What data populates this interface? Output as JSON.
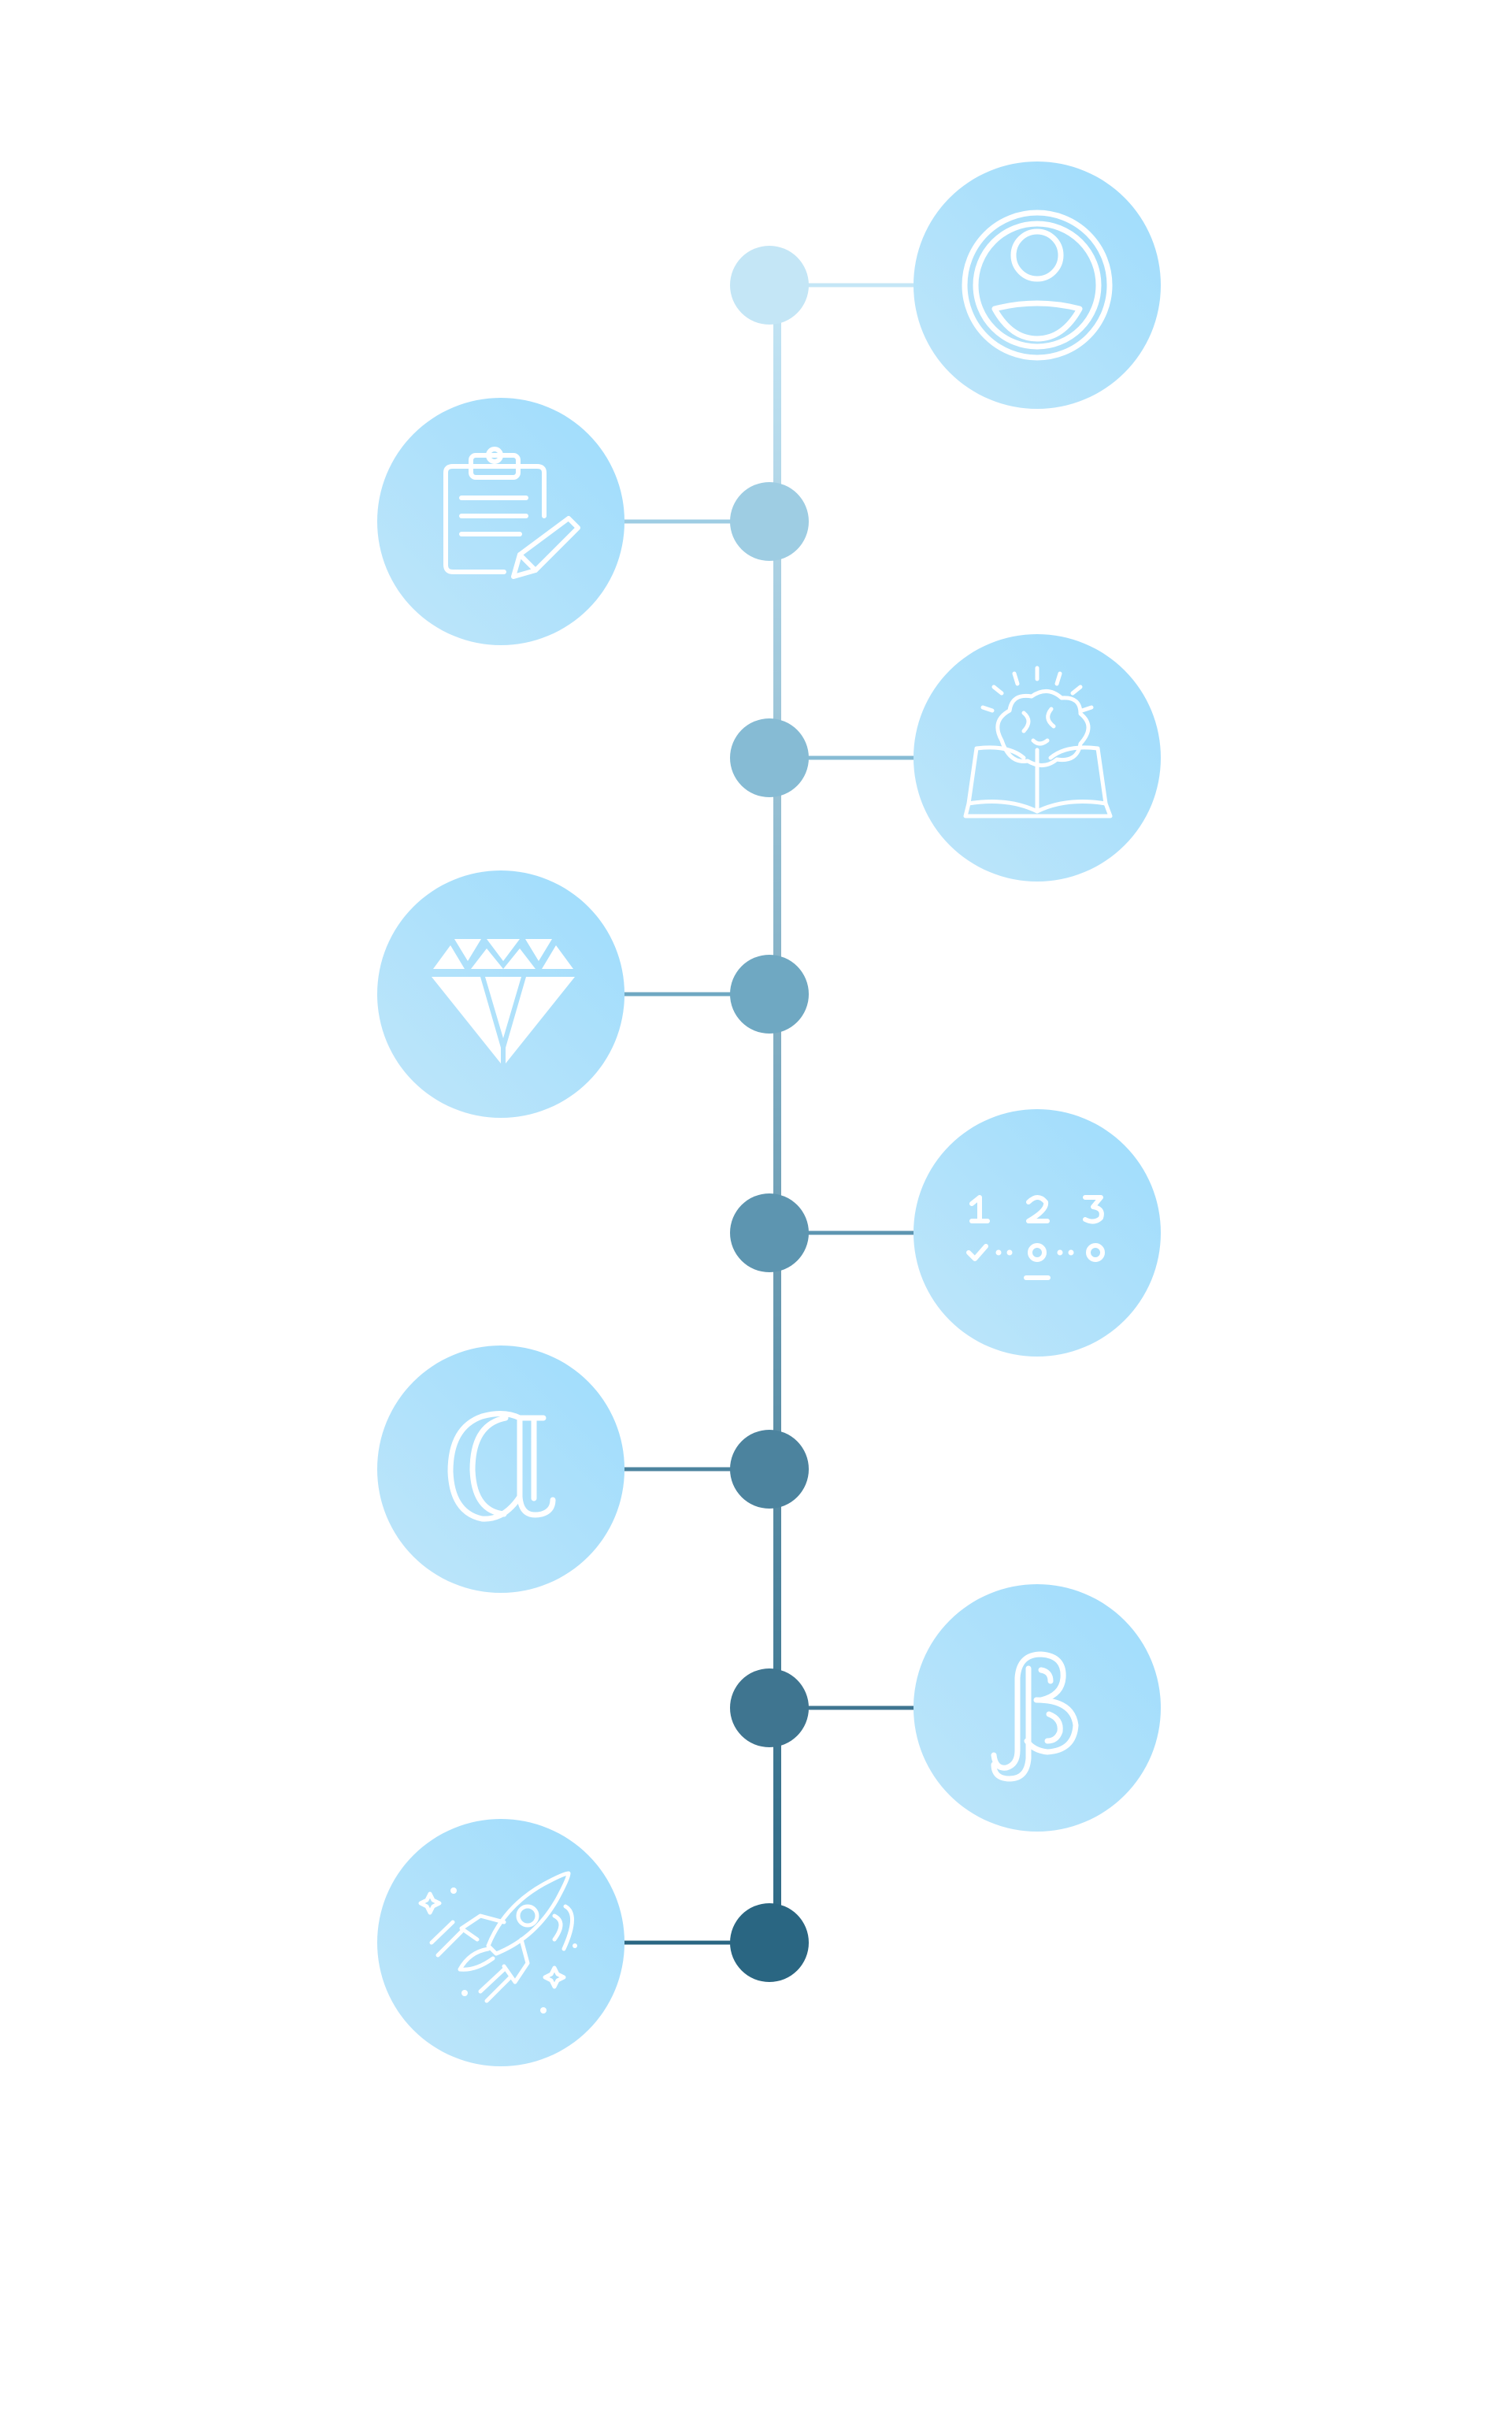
{
  "timeline": {
    "spine_colors": {
      "top": "#c4e6f6",
      "bottom": "#2a6682"
    },
    "circle_colors": {
      "inner": "#bfe6fa",
      "outer": "#9edcfc"
    },
    "icon_color": "#ffffff",
    "steps": [
      {
        "id": "step-1",
        "side": "right",
        "icon": "user-profile-icon",
        "node_color": "#c4e6f6"
      },
      {
        "id": "step-2",
        "side": "left",
        "icon": "clipboard-pencil-icon",
        "node_color": "#9ecde3"
      },
      {
        "id": "step-3",
        "side": "right",
        "icon": "brain-book-icon",
        "node_color": "#86bbd4"
      },
      {
        "id": "step-4",
        "side": "left",
        "icon": "diamond-icon",
        "node_color": "#6fa8c2"
      },
      {
        "id": "step-5",
        "side": "right",
        "icon": "steps-123-icon",
        "node_color": "#5d95b0"
      },
      {
        "id": "step-6",
        "side": "left",
        "icon": "alpha-icon",
        "node_color": "#4c839e"
      },
      {
        "id": "step-7",
        "side": "right",
        "icon": "beta-icon",
        "node_color": "#3f7590"
      },
      {
        "id": "step-8",
        "side": "left",
        "icon": "rocket-icon",
        "node_color": "#2a6682"
      }
    ]
  }
}
